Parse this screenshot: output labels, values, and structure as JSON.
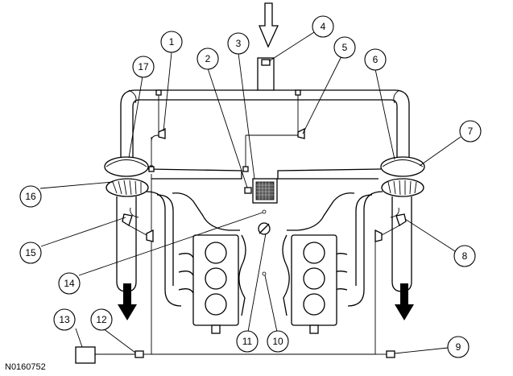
{
  "figure_id": "N0160752",
  "callouts": [
    "1",
    "2",
    "3",
    "4",
    "5",
    "6",
    "7",
    "8",
    "9",
    "10",
    "11",
    "12",
    "13",
    "14",
    "15",
    "16",
    "17"
  ]
}
